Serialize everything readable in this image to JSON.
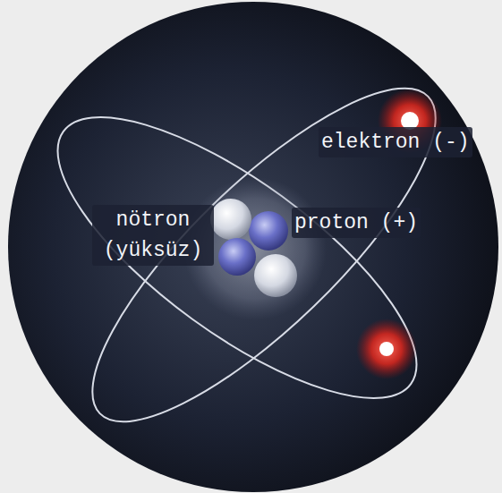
{
  "diagram": {
    "labels": [
      "elektron (-)",
      "nötron (yüksüz)",
      "proton (+)"
    ]
  }
}
